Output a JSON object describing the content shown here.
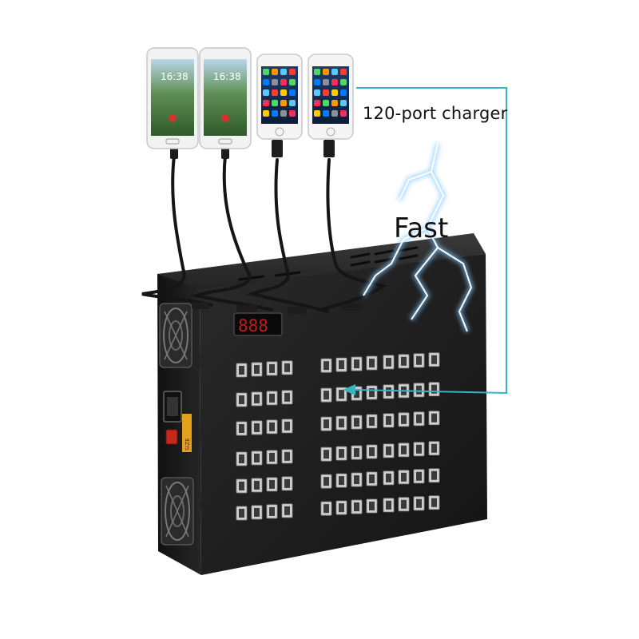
{
  "labels": {
    "port_count": "120-port charger",
    "speed": "Fast"
  },
  "phones": [
    {
      "kind": "android",
      "clock": "16:38"
    },
    {
      "kind": "android",
      "clock": "16:38"
    },
    {
      "kind": "iphone"
    },
    {
      "kind": "iphone"
    }
  ],
  "charger": {
    "display_readout": "888",
    "usb_grid": {
      "rows": 6,
      "groups": 3,
      "ports_per_group": 4
    },
    "side_sticker": "SIZE"
  },
  "colors": {
    "callout_line": "#38b5c0",
    "device_body": "#1b1b1b",
    "display_digits": "#e0201e",
    "lightning": "#9fd8ff"
  }
}
